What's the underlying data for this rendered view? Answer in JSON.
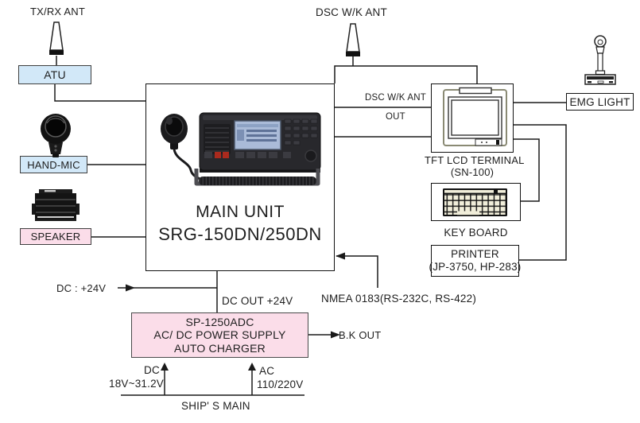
{
  "diagram": {
    "antennas": {
      "tx_rx": "TX/RX ANT",
      "dsc": "DSC W/K ANT"
    },
    "blocks": {
      "atu": "ATU",
      "hand_mic": "HAND-MIC",
      "speaker": "SPEAKER",
      "main_unit": {
        "name": "MAIN UNIT",
        "model": "SRG-150DN/250DN"
      },
      "tft_terminal": {
        "name": "TFT LCD TERMINAL",
        "model": "(SN-100)"
      },
      "keyboard": "KEY BOARD",
      "printer": {
        "name": "PRINTER",
        "model": "(JP-3750, HP-283)"
      },
      "emg_light": "EMG LIGHT",
      "power_supply": {
        "model": "SP-1250ADC",
        "line2": "AC/ DC POWER SUPPLY",
        "line3": "AUTO CHARGER"
      }
    },
    "connections": {
      "dsc_out_line1": "DSC W/K ANT",
      "dsc_out_line2": "OUT",
      "dc_input": "DC : +24V",
      "dc_output": "DC OUT +24V",
      "nmea": "NMEA 0183(RS-232C, RS-422)",
      "bk_out": "B.K OUT"
    },
    "ship_power": {
      "dc_label": "DC",
      "dc_range": "18V~31.2V",
      "ac_label": "AC",
      "ac_range": "110/220V",
      "source": "SHIP' S MAIN"
    },
    "colors": {
      "blue_fill": "#d2e8f8",
      "pink_fill": "#fbdde9",
      "line": "#1a1a1a",
      "text": "#1e1e1e"
    }
  }
}
